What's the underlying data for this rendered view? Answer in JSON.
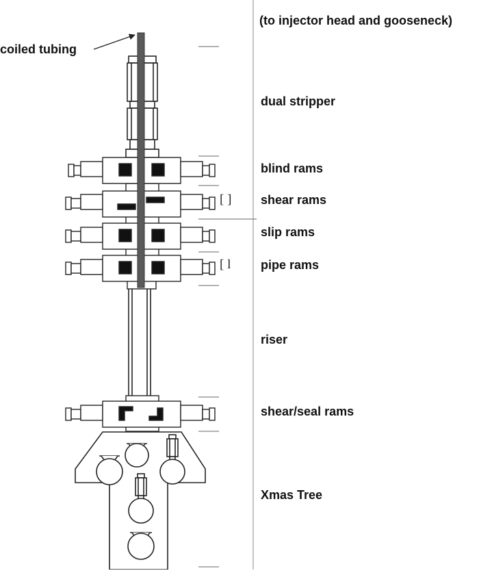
{
  "labels": {
    "top": "(to injector head and gooseneck)",
    "coiled_tubing": "coiled tubing",
    "dual_stripper": "dual stripper",
    "blind_rams": "blind rams",
    "shear_rams": "shear rams",
    "slip_rams": "slip rams",
    "pipe_rams": "pipe rams",
    "riser": "riser",
    "shear_seal_rams": "shear/seal rams",
    "xmas_tree": "Xmas Tree"
  },
  "brackets": {
    "shear": "[ ]",
    "pipe": "[ l"
  },
  "colors": {
    "line": "#222222",
    "dark": "#111111",
    "tubing": "#555555"
  }
}
